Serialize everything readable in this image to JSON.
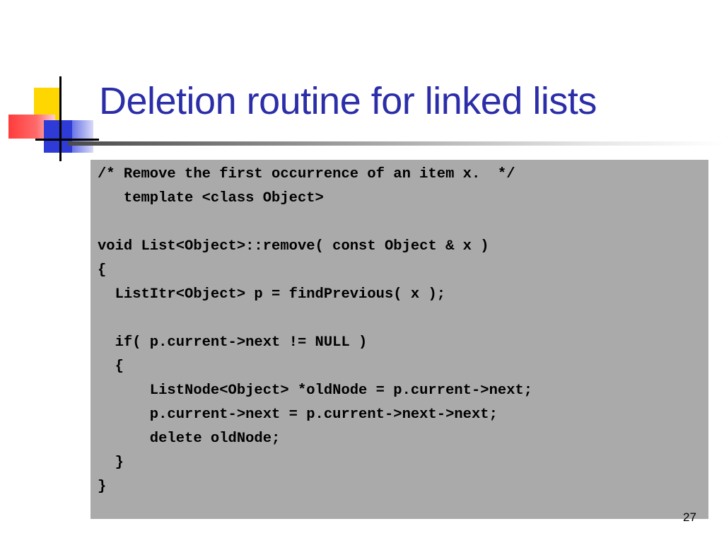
{
  "slide": {
    "title": "Deletion routine for linked lists",
    "page_number": "27"
  },
  "code": {
    "lines": [
      "/* Remove the first occurrence of an item x.  */",
      "   template <class Object>",
      "",
      "void List<Object>::remove( const Object & x )",
      "{",
      "  ListItr<Object> p = findPrevious( x );",
      "",
      "  if( p.current->next != NULL )",
      "  {",
      "      ListNode<Object> *oldNode = p.current->next;",
      "      p.current->next = p.current->next->next;",
      "      delete oldNode;",
      "  }",
      "}"
    ]
  }
}
